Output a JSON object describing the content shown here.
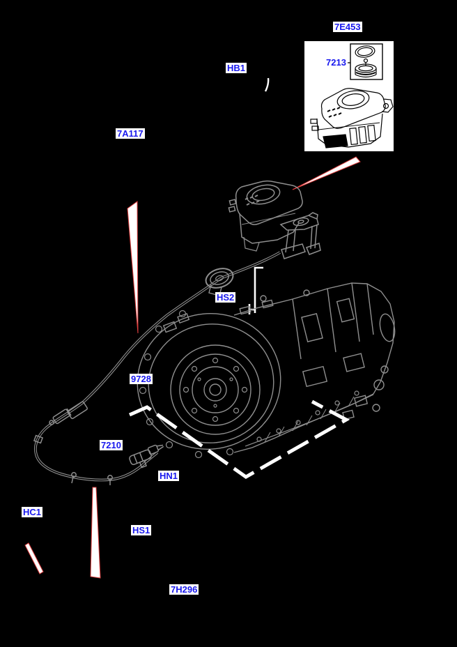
{
  "diagram": {
    "type": "exploded-parts-diagram",
    "background": "#000000",
    "colors": {
      "label_text": "#1818ee",
      "label_bg": "#ffffff",
      "artwork_grey": "#8f8f8f",
      "artwork_black": "#000000",
      "pointer_red": "#e04040",
      "callout_white": "#ffffff"
    },
    "callouts": [
      {
        "id": "7E453",
        "text": "7E453"
      },
      {
        "id": "7213",
        "text": "7213"
      },
      {
        "id": "HB1",
        "text": "HB1"
      },
      {
        "id": "7A117",
        "text": "7A117"
      },
      {
        "id": "HS2",
        "text": "HS2"
      },
      {
        "id": "9728",
        "text": "9728"
      },
      {
        "id": "7210",
        "text": "7210"
      },
      {
        "id": "HN1",
        "text": "HN1"
      },
      {
        "id": "HC1",
        "text": "HC1"
      },
      {
        "id": "HS1",
        "text": "HS1"
      },
      {
        "id": "7H296",
        "text": "7H296"
      }
    ]
  }
}
